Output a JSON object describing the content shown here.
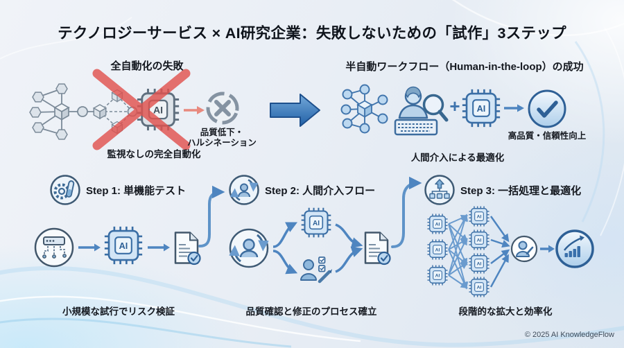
{
  "title": "テクノロジーサービス × AI研究企業：失敗しないための「試作」3ステップ",
  "labels": {
    "ai": "AI",
    "plus": "+"
  },
  "failure": {
    "heading": "全自動化の失敗",
    "result_line1": "品質低下・",
    "result_line2": "ハルシネーション",
    "caption": "監視なしの完全自動化"
  },
  "success": {
    "heading": "半自動ワークフロー（Human-in-the-loop）の成功",
    "result": "高品質・信頼性向上",
    "caption": "人間介入による最適化"
  },
  "steps": [
    {
      "label": "Step 1: 単機能テスト",
      "caption": "小規模な試行でリスク検証"
    },
    {
      "label": "Step 2: 人間介入フロー",
      "caption": "品質確認と修正のプロセス確立"
    },
    {
      "label": "Step 3: 一括処理と最適化",
      "caption": "段階的な拡大と効率化"
    }
  ],
  "footer": {
    "copyright": "© 2025 AI KnowledgeFlow"
  },
  "colors": {
    "accent_blue": "#2e6db4",
    "light_blue": "#bcd8f0",
    "connector_blue": "#4e85c0",
    "failure_gray": "#7b8a98",
    "failure_red": "#e0524e",
    "text_dark": "#14181f"
  }
}
